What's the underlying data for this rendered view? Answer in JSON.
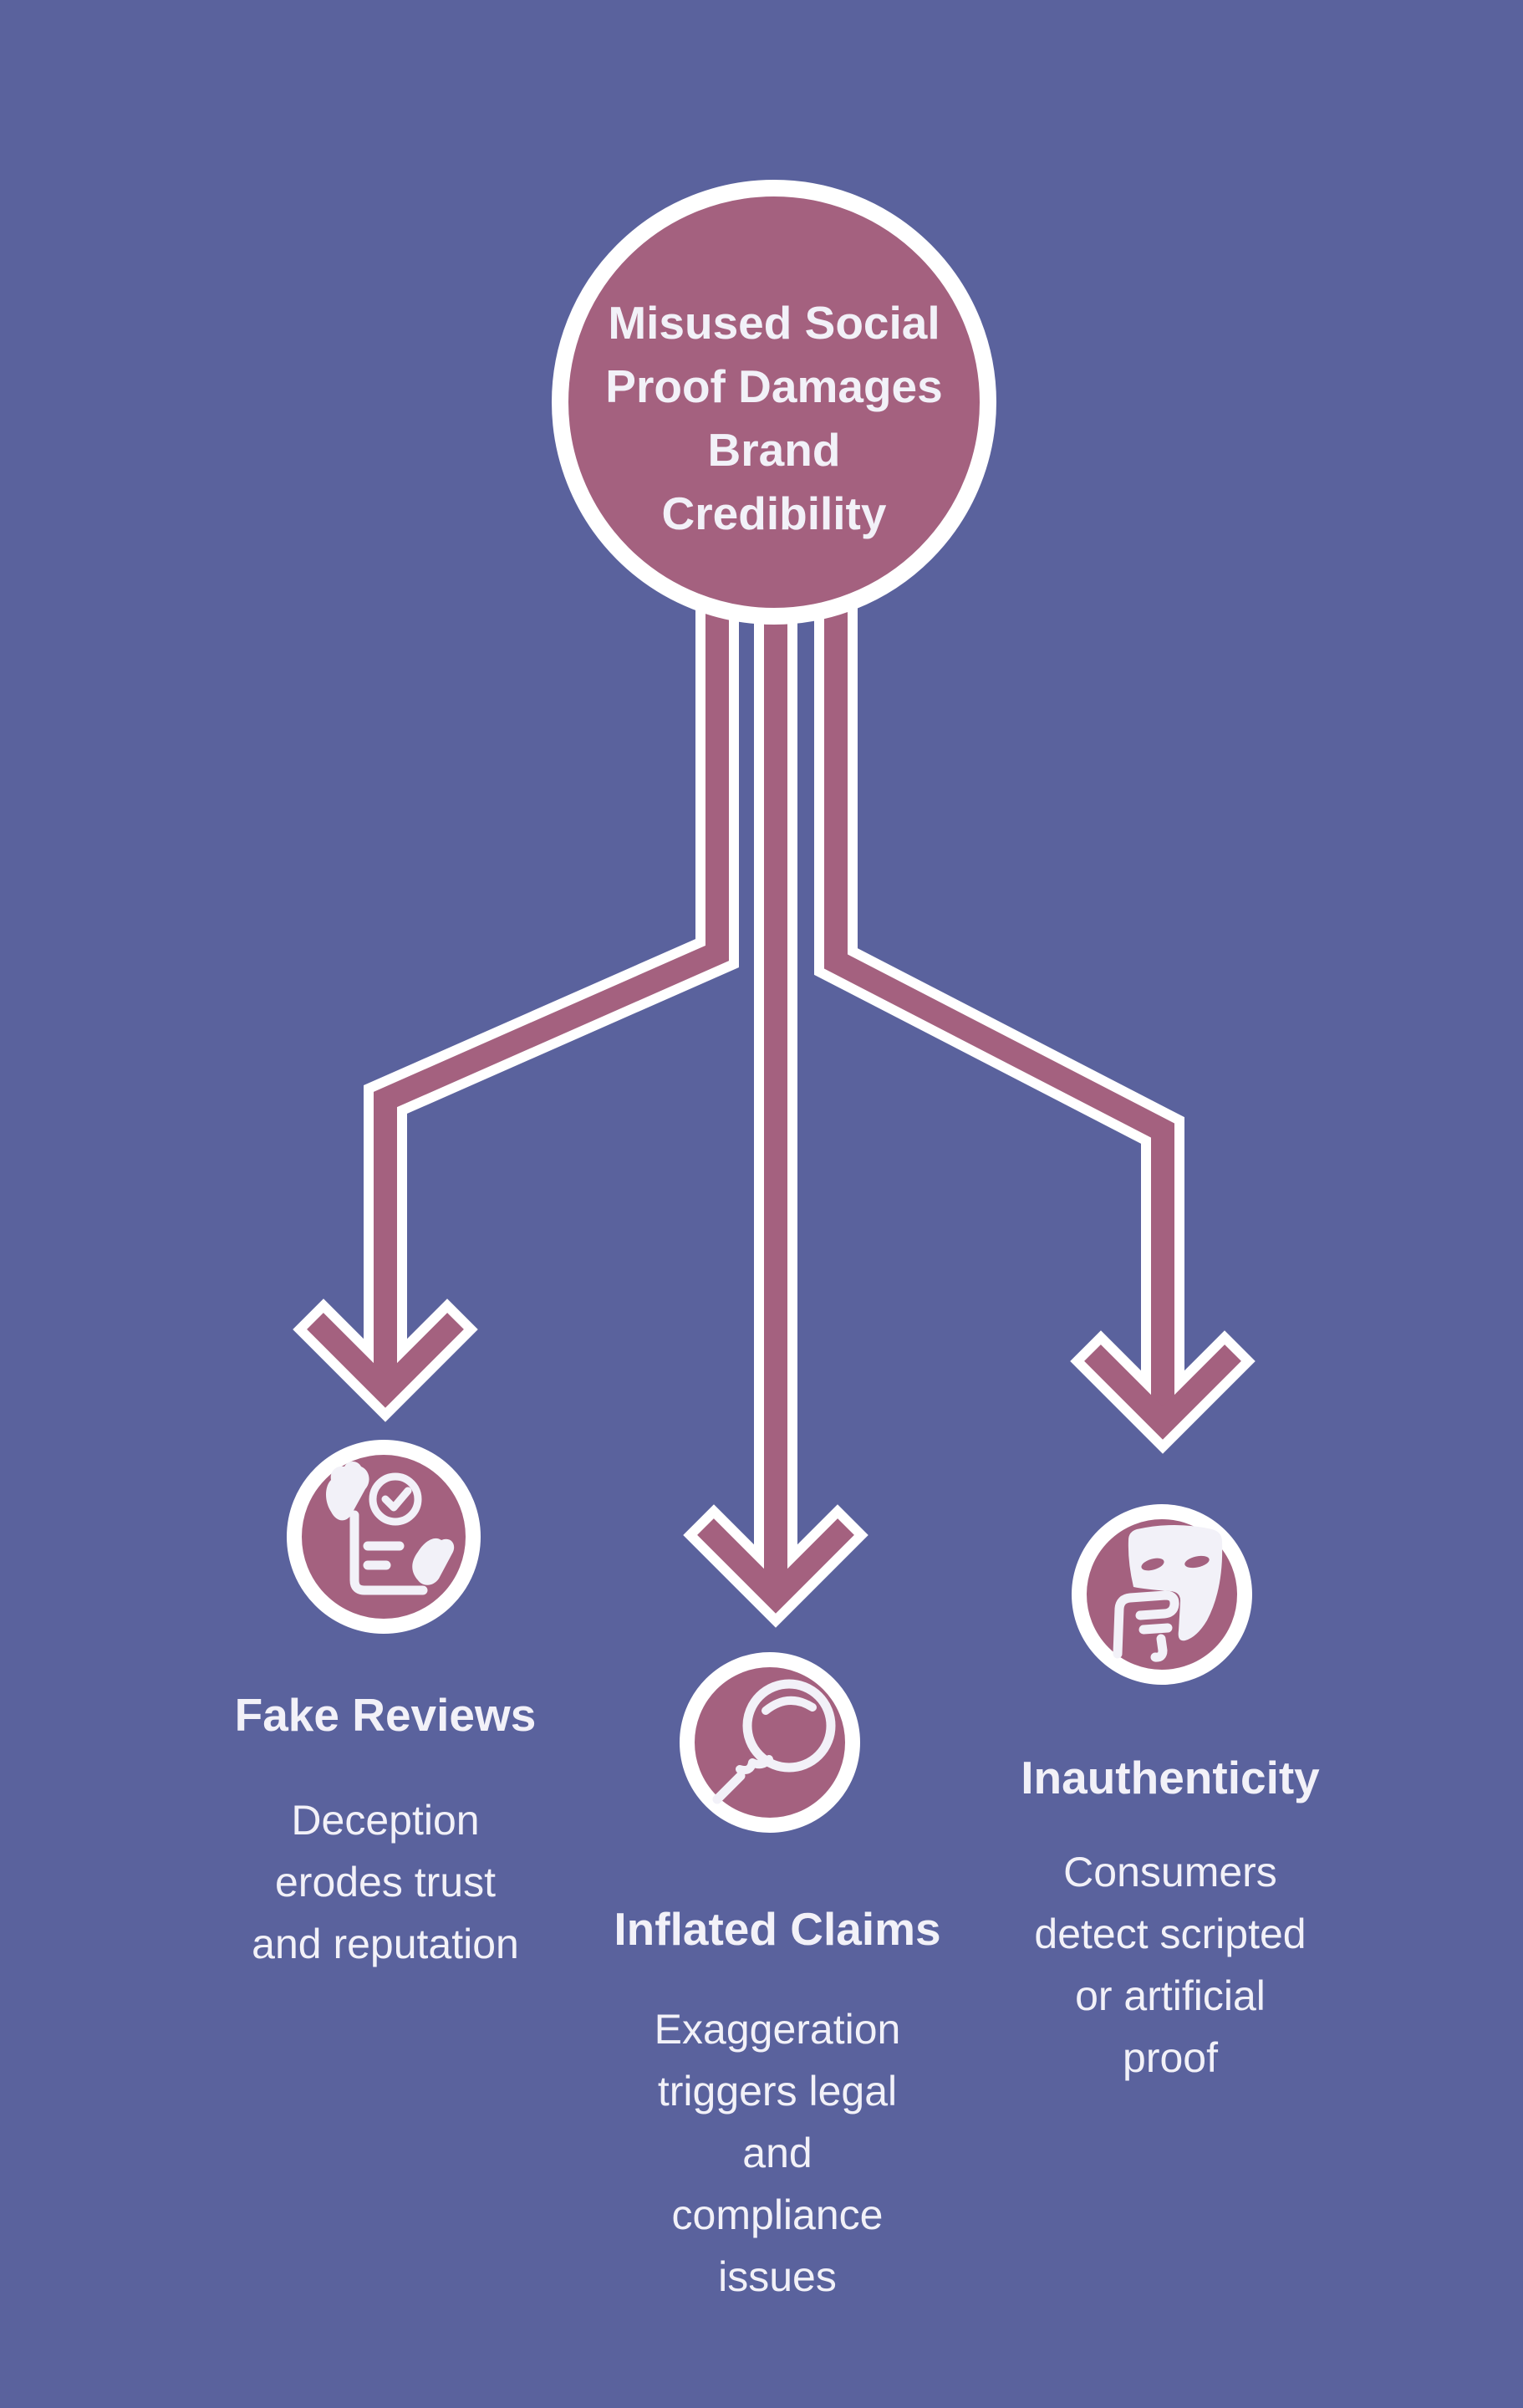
{
  "colors": {
    "bg": "#5a629d",
    "accent": "#a4617f",
    "outline": "#ffffff",
    "text": "#f2f1f8"
  },
  "hub": {
    "title_lines": [
      "Misused Social",
      "Proof Damages",
      "Brand",
      "Credibility"
    ]
  },
  "branches": [
    {
      "title": "Fake Reviews",
      "icon": "fake-review-document-check-icon",
      "body_lines": [
        "Deception",
        "erodes trust",
        "and reputation"
      ]
    },
    {
      "title": "Inflated Claims",
      "icon": "inflated-balloon-magnifier-icon",
      "body_lines": [
        "Exaggeration",
        "triggers legal",
        "and",
        "compliance",
        "issues"
      ]
    },
    {
      "title": "Inauthenticity",
      "icon": "theater-mask-hand-icon",
      "body_lines": [
        "Consumers",
        "detect scripted",
        "or artificial",
        "proof"
      ]
    }
  ]
}
